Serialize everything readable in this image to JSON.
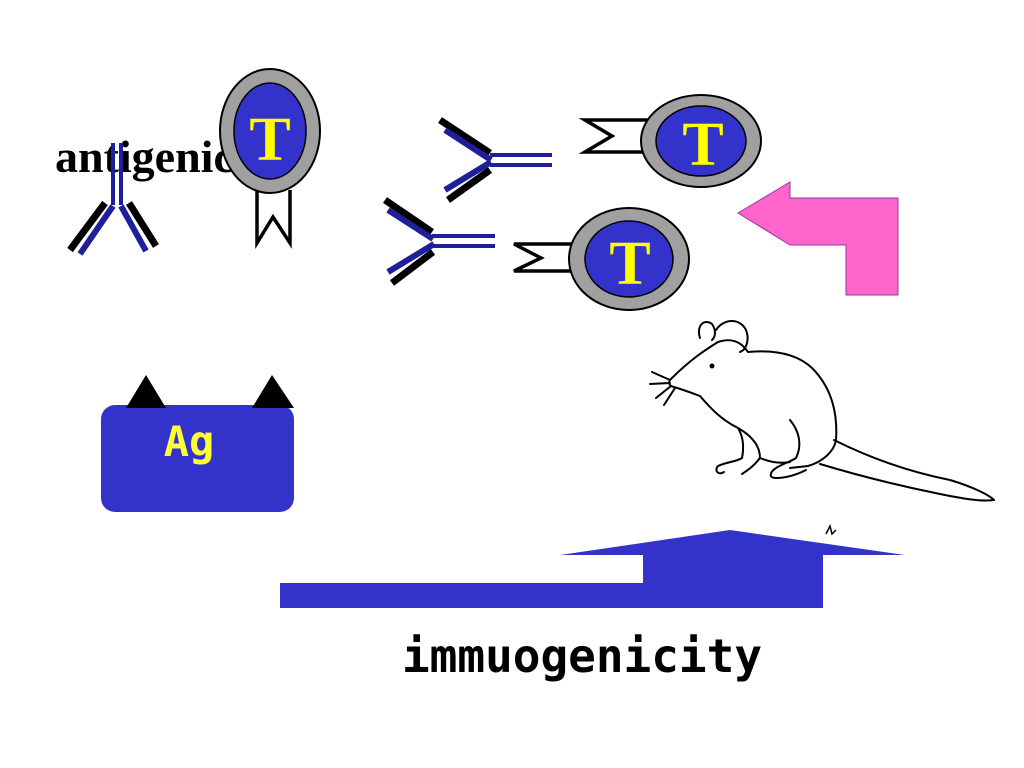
{
  "labels": {
    "antigenicity": "antigenicity",
    "antigen": "Ag",
    "immunogenicity": "immuogenicity"
  },
  "t_cells": [
    {
      "letter": "T"
    },
    {
      "letter": "T"
    },
    {
      "letter": "T"
    }
  ],
  "colors": {
    "antibody_blue": "#1f1f99",
    "antibody_black": "#000000",
    "t_cell_ring": "#a0a0a0",
    "t_cell_core": "#3333cc",
    "t_letter": "#ffff00",
    "antigen_fill": "#3333cc",
    "antigen_text": "#ffff33",
    "pink_arrow": "#ff66cc",
    "blue_arrow": "#3333cc"
  },
  "icons": [
    "antibody-icon",
    "t-cell-icon",
    "mouse-icon",
    "pink-bent-arrow",
    "blue-stepped-arrow"
  ]
}
